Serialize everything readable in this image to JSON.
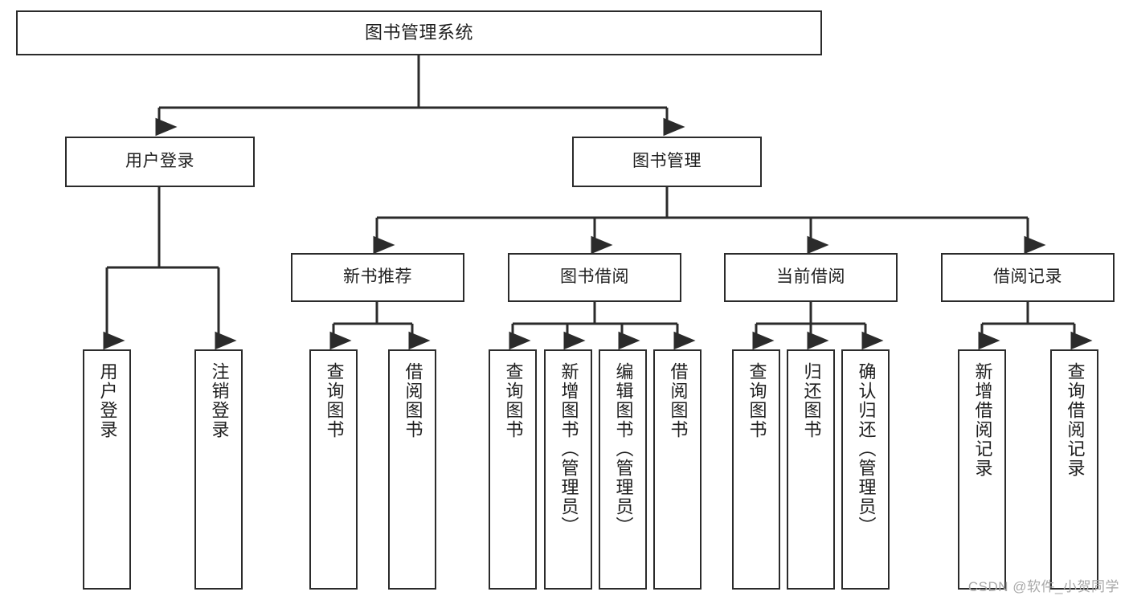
{
  "diagram": {
    "type": "tree-hierarchy",
    "title": "图书管理系统",
    "orientation": "top-down",
    "watermark": "CSDN @软件_小贺同学",
    "colors": {
      "stroke": "#2b2b2b",
      "fill": "#ffffff",
      "text": "#1f1f1f",
      "watermark": "#a8a8a8"
    },
    "nodes": {
      "root": {
        "label": "图书管理系统",
        "level": 1
      },
      "l2": [
        {
          "id": "user-login",
          "label": "用户登录",
          "level": 2
        },
        {
          "id": "book-manage",
          "label": "图书管理",
          "level": 2
        }
      ],
      "l3": [
        {
          "id": "new-book-rec",
          "label": "新书推荐",
          "level": 3,
          "parent": "book-manage"
        },
        {
          "id": "book-borrow",
          "label": "图书借阅",
          "level": 3,
          "parent": "book-manage"
        },
        {
          "id": "current-borrow",
          "label": "当前借阅",
          "level": 3,
          "parent": "book-manage"
        },
        {
          "id": "borrow-record",
          "label": "借阅记录",
          "level": 3,
          "parent": "book-manage"
        }
      ],
      "leaves": [
        {
          "id": "leaf-user-login",
          "label": "用户登录",
          "parent": "user-login"
        },
        {
          "id": "leaf-logout",
          "label": "注销登录",
          "parent": "user-login"
        },
        {
          "id": "leaf-query-book-1",
          "label": "查询图书",
          "parent": "new-book-rec"
        },
        {
          "id": "leaf-borrow-book-1",
          "label": "借阅图书",
          "parent": "new-book-rec"
        },
        {
          "id": "leaf-query-book-2",
          "label": "查询图书",
          "parent": "book-borrow"
        },
        {
          "id": "leaf-add-book",
          "label": "新增图书（管理员）",
          "parent": "book-borrow"
        },
        {
          "id": "leaf-edit-book",
          "label": "编辑图书（管理员）",
          "parent": "book-borrow"
        },
        {
          "id": "leaf-borrow-book-2",
          "label": "借阅图书",
          "parent": "book-borrow"
        },
        {
          "id": "leaf-query-book-3",
          "label": "查询图书",
          "parent": "current-borrow"
        },
        {
          "id": "leaf-return-book",
          "label": "归还图书",
          "parent": "current-borrow"
        },
        {
          "id": "leaf-confirm-return",
          "label": "确认归还（管理员）",
          "parent": "current-borrow"
        },
        {
          "id": "leaf-add-record",
          "label": "新增借阅记录",
          "parent": "borrow-record"
        },
        {
          "id": "leaf-query-record",
          "label": "查询借阅记录",
          "parent": "borrow-record"
        }
      ]
    }
  }
}
